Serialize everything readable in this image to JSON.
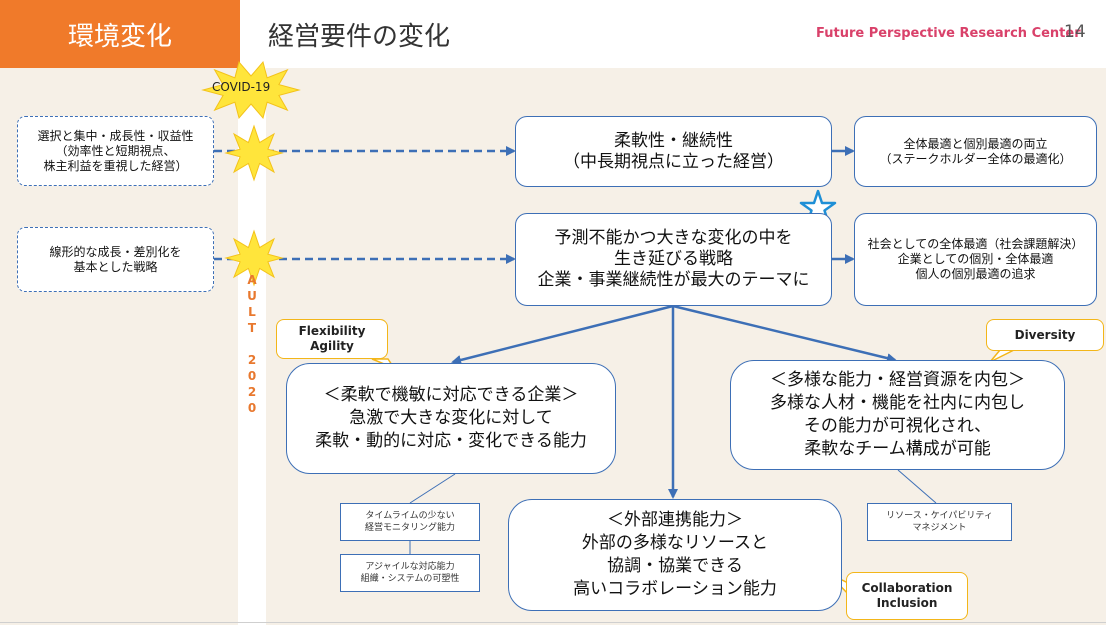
{
  "header": {
    "tag": "環境変化",
    "title": "経営要件の変化",
    "org": "Future Perspective Research Center",
    "page_number": "14"
  },
  "covid_label": "COVID-19",
  "timeline_text": [
    "A",
    "U",
    "L",
    "T",
    "",
    "2",
    "0",
    "2",
    "0"
  ],
  "left_boxes": [
    "選択と集中・成長性・収益性\n（効率性と短期視点、\n株主利益を重視した経営）",
    "線形的な成長・差別化を\n基本とした戦略"
  ],
  "center_top": "柔軟性・継続性\n（中長期視点に立った経営）",
  "center_main": "予測不能かつ大きな変化の中を\n生き延びる戦略\n企業・事業継続性が最大のテーマに",
  "right_top": "全体最適と個別最適の両立\n（ステークホルダー全体の最適化）",
  "right_main": "社会としての全体最適（社会課題解決）\n企業としての個別・全体最適\n個人の個別最適の追求",
  "flex_box": "＜柔軟で機敏に対応できる企業＞\n急激で大きな変化に対して\n柔軟・動的に対応・変化できる能力",
  "diverse_box": "＜多様な能力・経営資源を内包＞\n多様な人材・機能を社内に内包し\nその能力が可視化され、\n柔軟なチーム構成が可能",
  "external_box": "＜外部連携能力＞\n外部の多様なリソースと\n協調・協業できる\n高いコラボレーション能力",
  "notes": [
    "タイムライムの少ない\n経営モニタリング能力",
    "アジャイルな対応能力\n組織・システムの可塑性",
    "リソース・ケイパビリティ\nマネジメント"
  ],
  "callouts": {
    "flexibility": "Flexibility\nAgility",
    "diversity": "Diversity",
    "collaboration": "Collaboration\nInclusion"
  },
  "colors": {
    "accent_orange": "#f07a2a",
    "line_blue": "#3d6fb6",
    "burst_yellow": "#ffe53b",
    "callout_border": "#f3b619",
    "background": "#f6f0e7"
  }
}
